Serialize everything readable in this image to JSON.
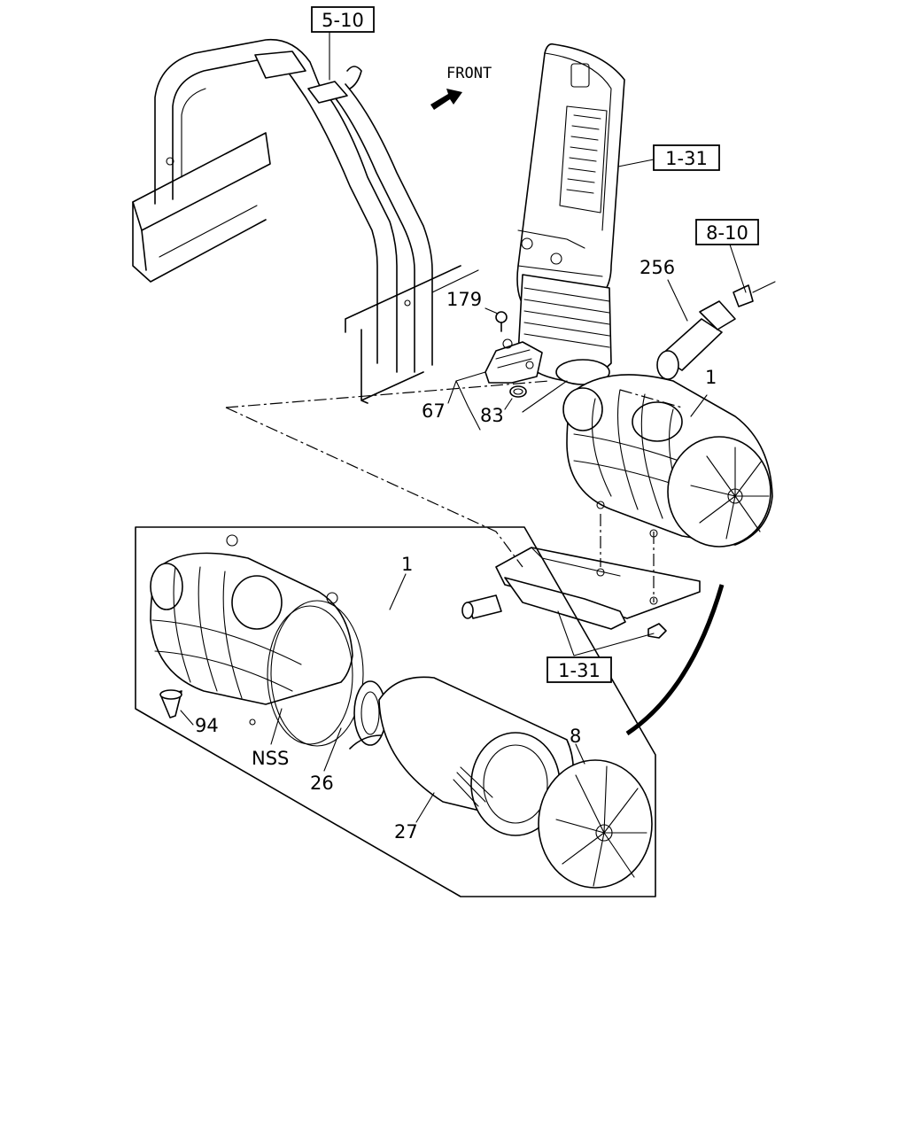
{
  "diagram": {
    "direction_label": "FRONT",
    "references": {
      "frame": "5-10",
      "intake_duct": "1-31",
      "bracket": "1-31",
      "sensor": "8-10"
    },
    "callouts": {
      "bolt": "179",
      "sensor": "256",
      "bracket_assy": "67",
      "o_ring": "83",
      "air_cleaner": "1",
      "air_cleaner_exploded": "1",
      "valve": "94",
      "clamp": "NSS",
      "inner_element": "26",
      "outer_element": "27",
      "cover": "8"
    }
  }
}
